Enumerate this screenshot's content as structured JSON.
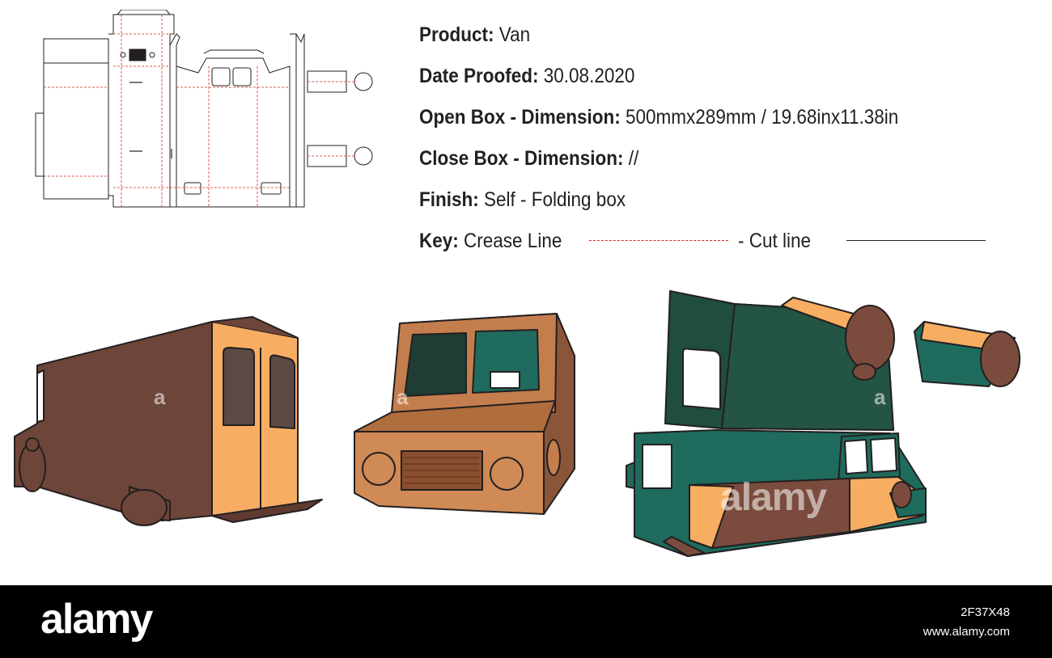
{
  "specs": [
    {
      "label": "Product:",
      "value": " Van"
    },
    {
      "label": "Date Proofed:",
      "value": " 30.08.2020"
    },
    {
      "label": "Open Box - Dimension:",
      "value": " 500mmx289mm / 19.68inx11.38in"
    },
    {
      "label": "Close Box - Dimension:",
      "value": " //"
    },
    {
      "label": "Finish:",
      "value": " Self - Folding box"
    }
  ],
  "key": {
    "label": "Key:",
    "crease": " Crease Line",
    "cut": "- Cut line"
  },
  "colors": {
    "crease_line": "#d4281d",
    "cut_line": "#231f20",
    "van_brown": "#6e4539",
    "van_orange": "#f7ae63",
    "truck_tan": "#c47e4d",
    "green_teal": "#1f6b5e",
    "dark_green": "#1f4d40",
    "cardboard_brown": "#7b4c3d"
  },
  "watermark": {
    "small_mark": "a",
    "big_mark": "alamy"
  },
  "footer": {
    "logo": "alamy",
    "image_id": "2F37X48",
    "url": "www.alamy.com"
  }
}
